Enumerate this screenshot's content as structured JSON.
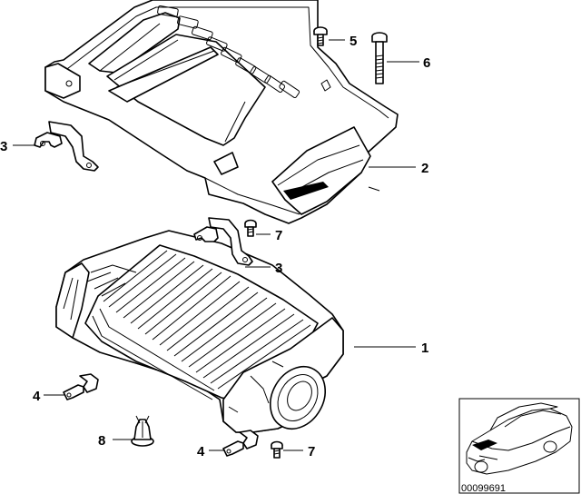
{
  "callouts": [
    {
      "id": "c1",
      "label": "1"
    },
    {
      "id": "c2",
      "label": "2"
    },
    {
      "id": "c3a",
      "label": "3"
    },
    {
      "id": "c3b",
      "label": "3"
    },
    {
      "id": "c4a",
      "label": "4"
    },
    {
      "id": "c4b",
      "label": "4"
    },
    {
      "id": "c5",
      "label": "5"
    },
    {
      "id": "c6",
      "label": "6"
    },
    {
      "id": "c7a",
      "label": "7"
    },
    {
      "id": "c7b",
      "label": "7"
    },
    {
      "id": "c8",
      "label": "8"
    }
  ],
  "diagram_id": "00099691"
}
